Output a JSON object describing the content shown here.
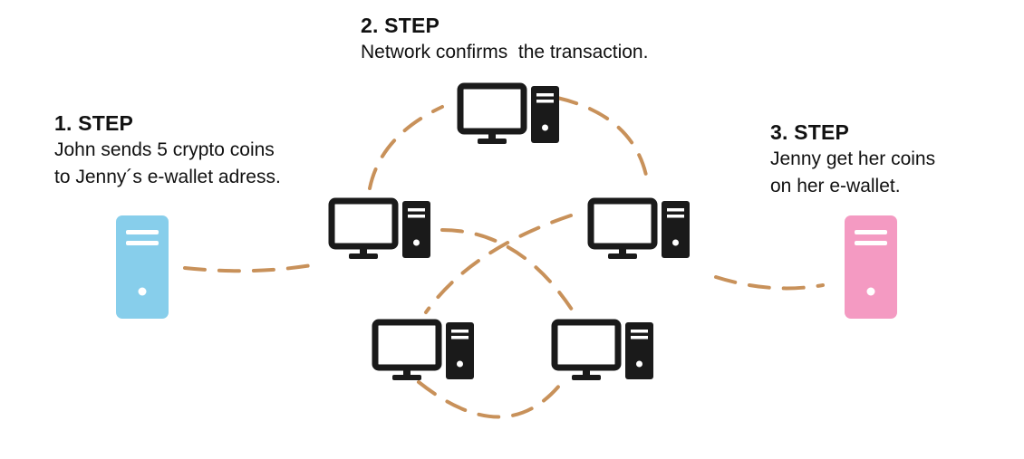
{
  "steps": [
    {
      "title": "1. STEP",
      "lines": [
        "John sends 5 crypto coins",
        "to Jenny´s e-wallet adress."
      ]
    },
    {
      "title": "2. STEP",
      "lines": [
        "Network confirms  the transaction."
      ]
    },
    {
      "title": "3. STEP",
      "lines": [
        "Jenny get her coins",
        "on her e-wallet."
      ]
    }
  ],
  "colors": {
    "sender_wallet": "#87CEEB",
    "receiver_wallet": "#F49AC2",
    "network_node": "#1a1a1a",
    "connection": "#C8915A",
    "text": "#111111"
  },
  "icons": {
    "sender": "server-tower-icon",
    "receiver": "server-tower-icon",
    "node": "desktop-computer-icon"
  }
}
